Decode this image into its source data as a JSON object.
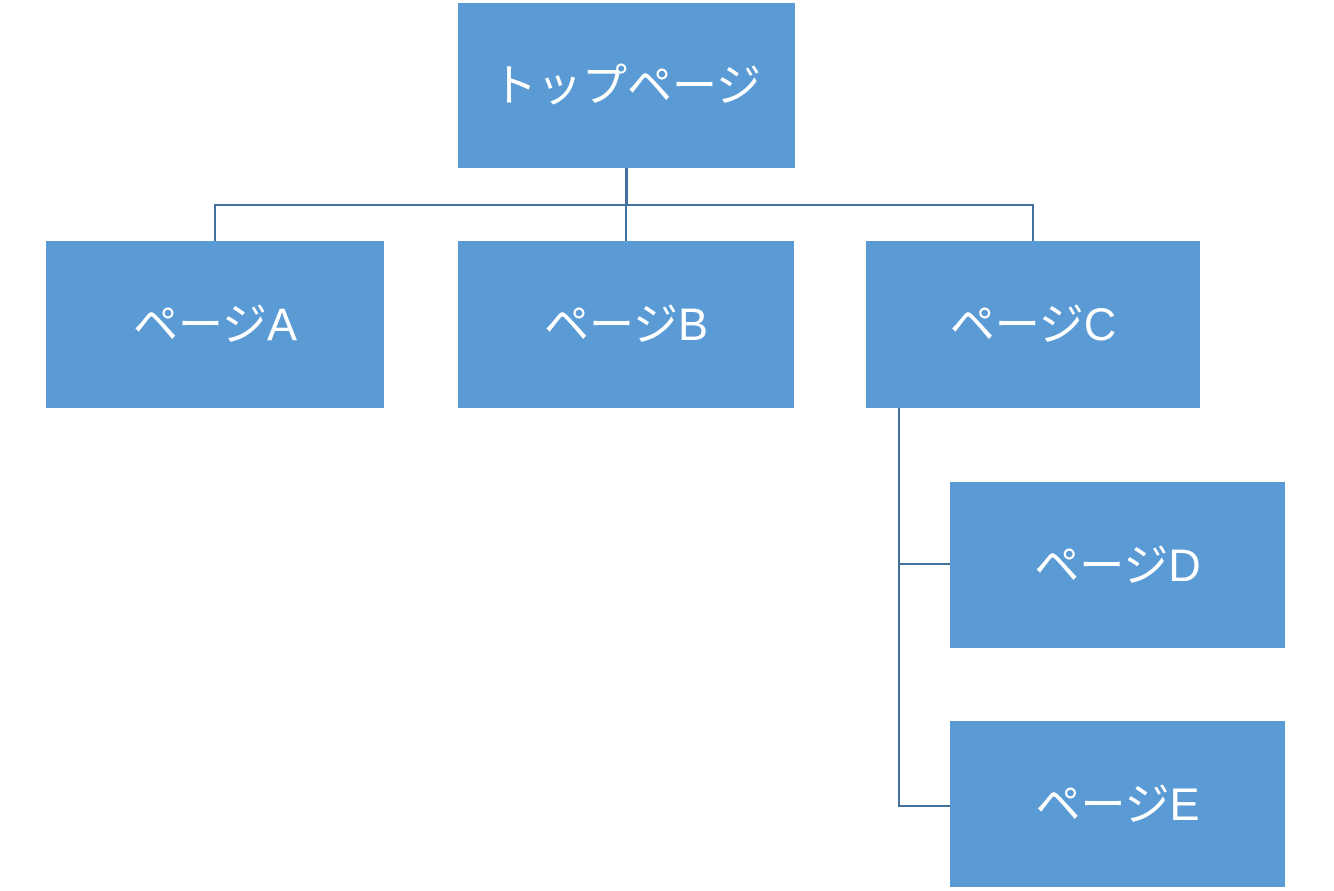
{
  "diagram": {
    "type": "sitemap-hierarchy",
    "nodes": {
      "top": {
        "label": "トップページ"
      },
      "a": {
        "label": "ページA"
      },
      "b": {
        "label": "ページB"
      },
      "c": {
        "label": "ページC"
      },
      "d": {
        "label": "ページD"
      },
      "e": {
        "label": "ページE"
      }
    },
    "hierarchy": [
      {
        "parent": "トップページ",
        "children": [
          "ページA",
          "ページB",
          "ページC"
        ]
      },
      {
        "parent": "ページC",
        "children": [
          "ページD",
          "ページE"
        ]
      }
    ],
    "colors": {
      "node_fill": "#5b9bd5",
      "node_text": "#ffffff",
      "connector": "#41719c",
      "background": "#ffffff"
    }
  }
}
